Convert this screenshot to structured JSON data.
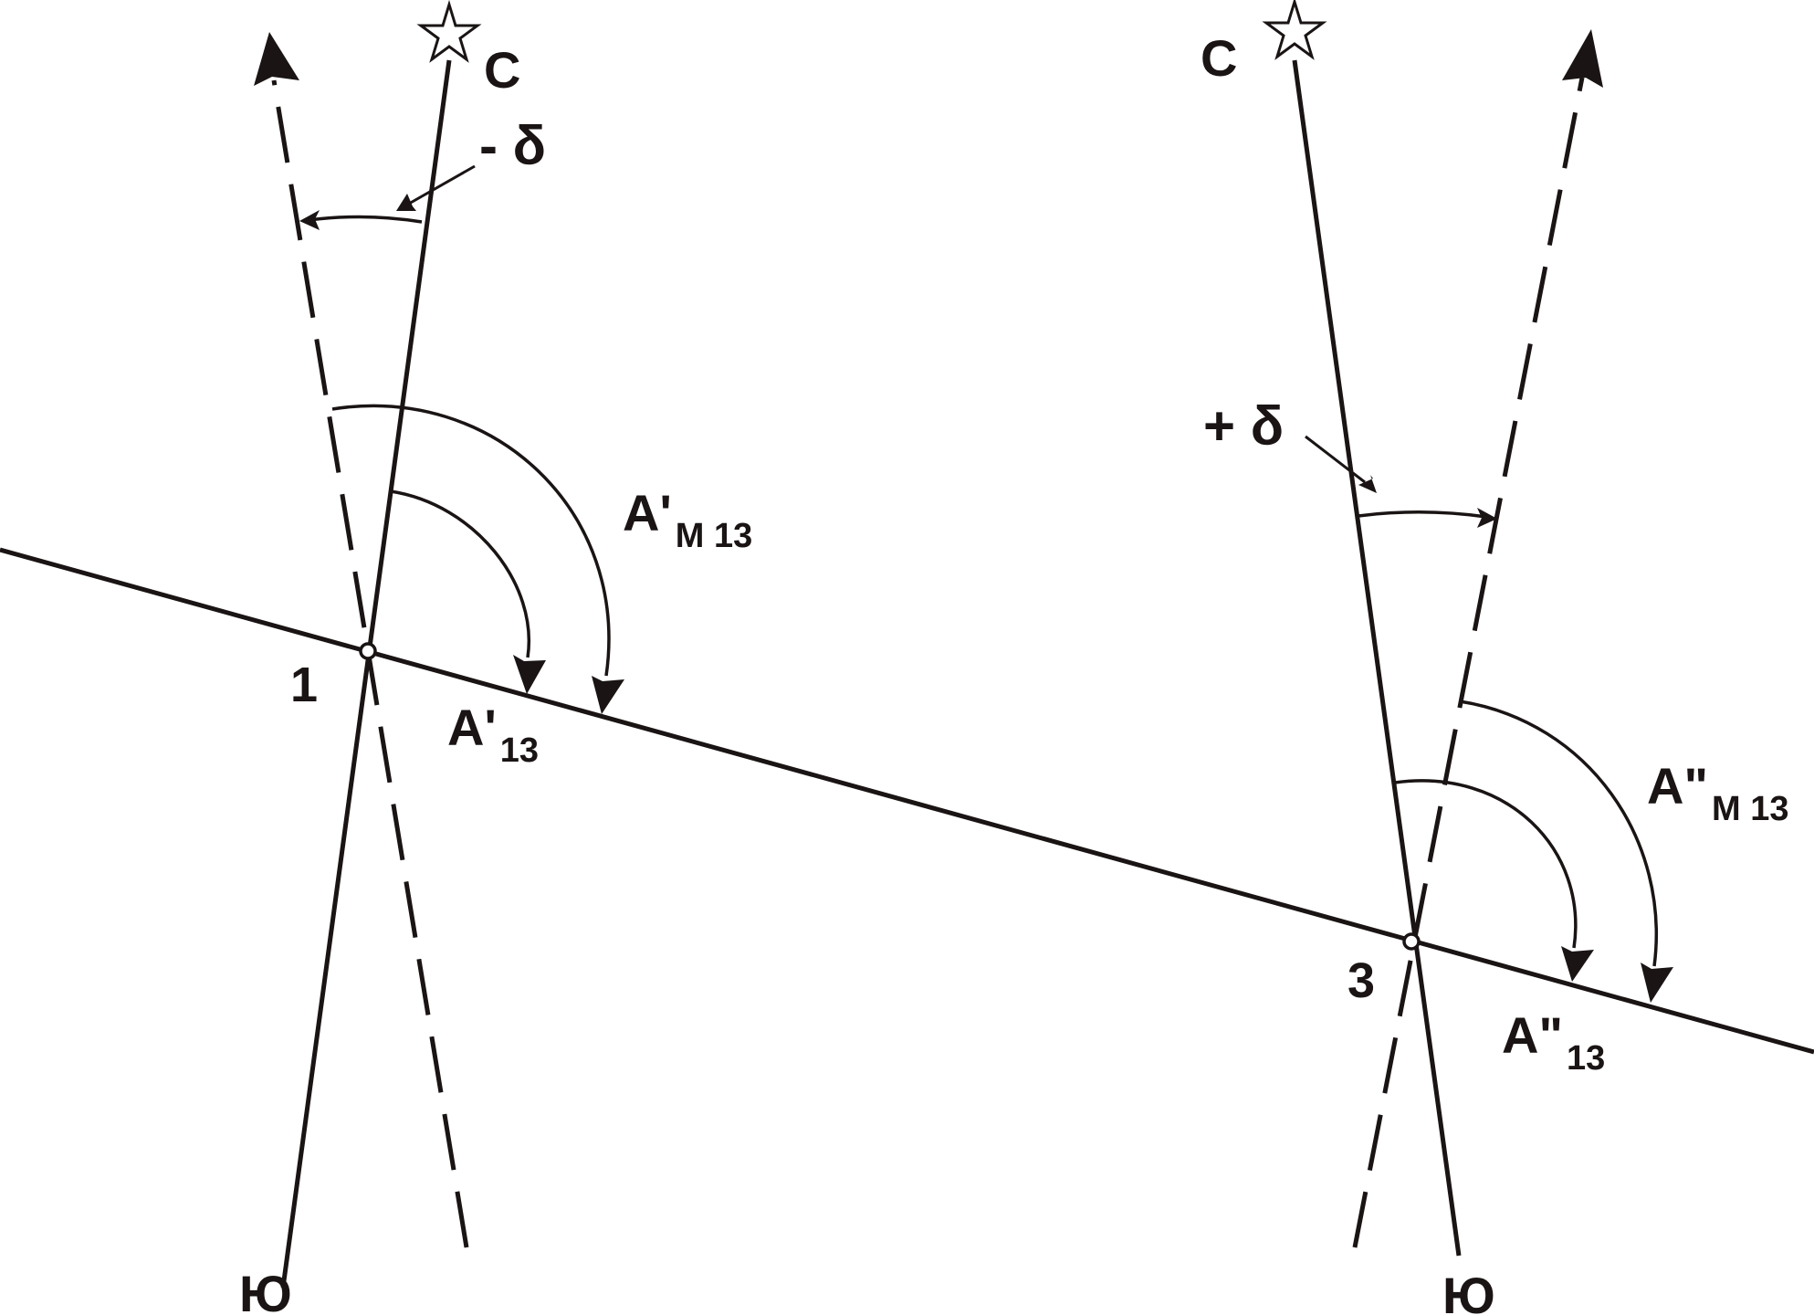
{
  "labels": {
    "north_left": "С",
    "north_right": "С",
    "south_left": "Ю",
    "south_right": "Ю",
    "delta_minus": "- δ",
    "delta_plus": "+ δ",
    "point_1": "1",
    "point_3": "3",
    "azimuth_magnetic_left_main": "A'",
    "azimuth_magnetic_left_sub": "М 13",
    "azimuth_true_left_main": "A'",
    "azimuth_true_left_sub": "13",
    "azimuth_magnetic_right_main": "A\"",
    "azimuth_magnetic_right_sub": "М 13",
    "azimuth_true_right_main": "A\"",
    "azimuth_true_right_sub": "13"
  },
  "icons": {
    "north_marker": "star-icon",
    "station_marker": "circle-point-icon"
  }
}
